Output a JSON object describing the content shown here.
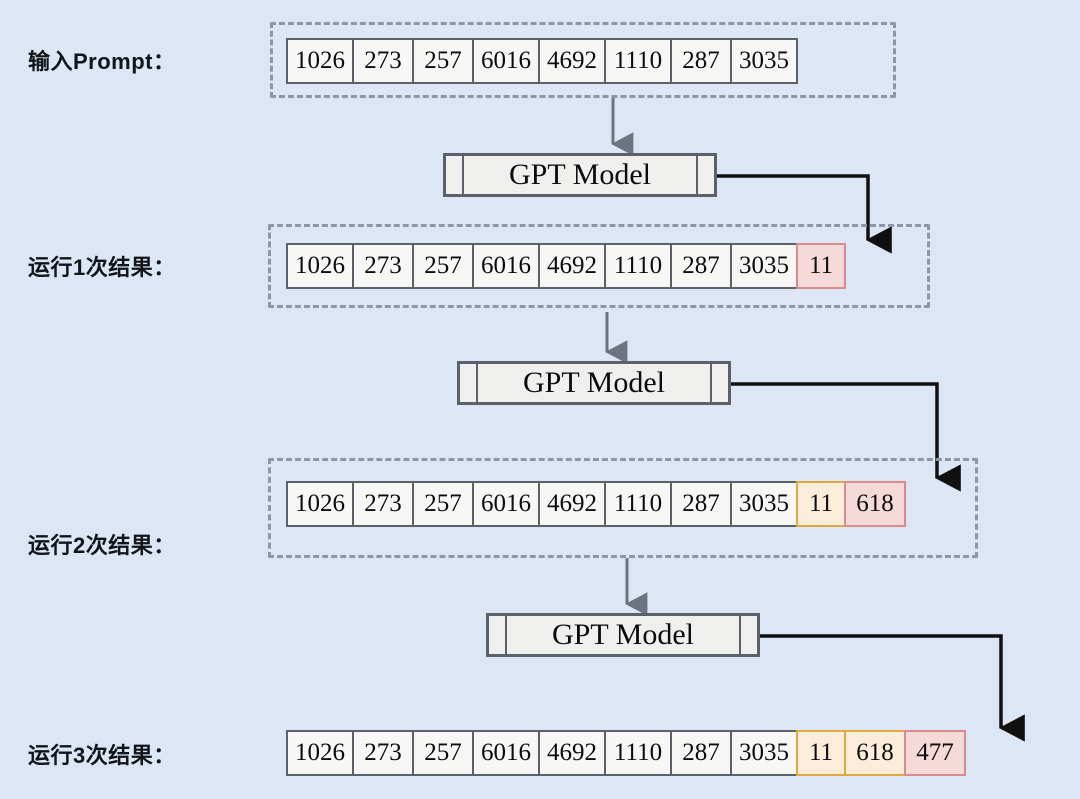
{
  "background_color": "#dde6f4",
  "palette": {
    "cell_border": "#5b6168",
    "cell_fill": "#f7f7f5",
    "prev_token_border": "#e0a93f",
    "prev_token_fill": "#fbedd9",
    "new_token_border": "#d98a8a",
    "new_token_fill": "#f6d9d9",
    "dashed_group_border": "#8d96a8",
    "gray_arrow": "#6d7480",
    "black_arrow": "#101010"
  },
  "model_box": {
    "label": "GPT Model"
  },
  "rows": [
    {
      "label": "输入Prompt：",
      "grouped": true,
      "tokens": [
        {
          "value": "1026",
          "state": "context"
        },
        {
          "value": "273",
          "state": "context"
        },
        {
          "value": "257",
          "state": "context"
        },
        {
          "value": "6016",
          "state": "context"
        },
        {
          "value": "4692",
          "state": "context"
        },
        {
          "value": "1110",
          "state": "context"
        },
        {
          "value": "287",
          "state": "context"
        },
        {
          "value": "3035",
          "state": "context"
        }
      ]
    },
    {
      "label": "运行1次结果：",
      "grouped": true,
      "tokens": [
        {
          "value": "1026",
          "state": "context"
        },
        {
          "value": "273",
          "state": "context"
        },
        {
          "value": "257",
          "state": "context"
        },
        {
          "value": "6016",
          "state": "context"
        },
        {
          "value": "4692",
          "state": "context"
        },
        {
          "value": "1110",
          "state": "context"
        },
        {
          "value": "287",
          "state": "context"
        },
        {
          "value": "3035",
          "state": "context"
        },
        {
          "value": "11",
          "state": "new"
        }
      ]
    },
    {
      "label": "运行2次结果：",
      "grouped": true,
      "tokens": [
        {
          "value": "1026",
          "state": "context"
        },
        {
          "value": "273",
          "state": "context"
        },
        {
          "value": "257",
          "state": "context"
        },
        {
          "value": "6016",
          "state": "context"
        },
        {
          "value": "4692",
          "state": "context"
        },
        {
          "value": "1110",
          "state": "context"
        },
        {
          "value": "287",
          "state": "context"
        },
        {
          "value": "3035",
          "state": "context"
        },
        {
          "value": "11",
          "state": "previous"
        },
        {
          "value": "618",
          "state": "new"
        }
      ]
    },
    {
      "label": "运行3次结果：",
      "grouped": false,
      "tokens": [
        {
          "value": "1026",
          "state": "context"
        },
        {
          "value": "273",
          "state": "context"
        },
        {
          "value": "257",
          "state": "context"
        },
        {
          "value": "6016",
          "state": "context"
        },
        {
          "value": "4692",
          "state": "context"
        },
        {
          "value": "1110",
          "state": "context"
        },
        {
          "value": "287",
          "state": "context"
        },
        {
          "value": "3035",
          "state": "context"
        },
        {
          "value": "11",
          "state": "previous"
        },
        {
          "value": "618",
          "state": "previous"
        },
        {
          "value": "477",
          "state": "new"
        }
      ]
    }
  ]
}
